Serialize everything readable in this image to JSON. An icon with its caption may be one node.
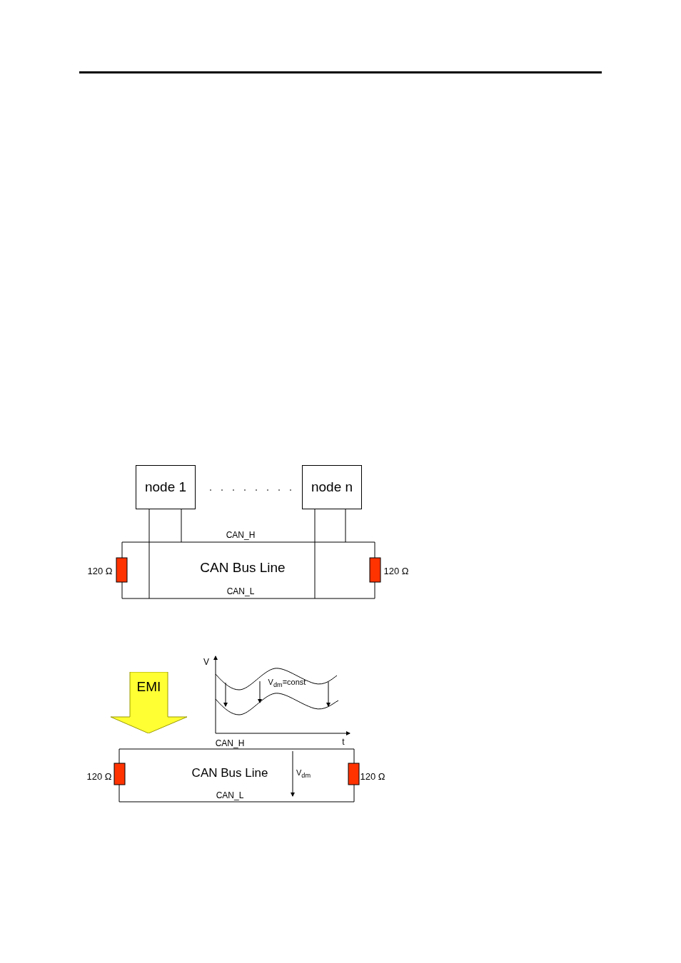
{
  "diagram": {
    "nodes": [
      {
        "text": [
          "node 1"
        ]
      },
      {
        "text": [
          "node n"
        ]
      },
      {
        "text": [
          "EMI"
        ]
      }
    ],
    "edges": [],
    "labels": [
      "CAN_H",
      "CAN Bus Line",
      "CAN_L",
      "120 Ω",
      "120 Ω",
      "V",
      "V$_{dm}$=const",
      "t",
      "CAN_H",
      "CAN Bus Line",
      "V$_{dm}$",
      "CAN_L",
      "120 Ω",
      "120 Ω"
    ]
  }
}
